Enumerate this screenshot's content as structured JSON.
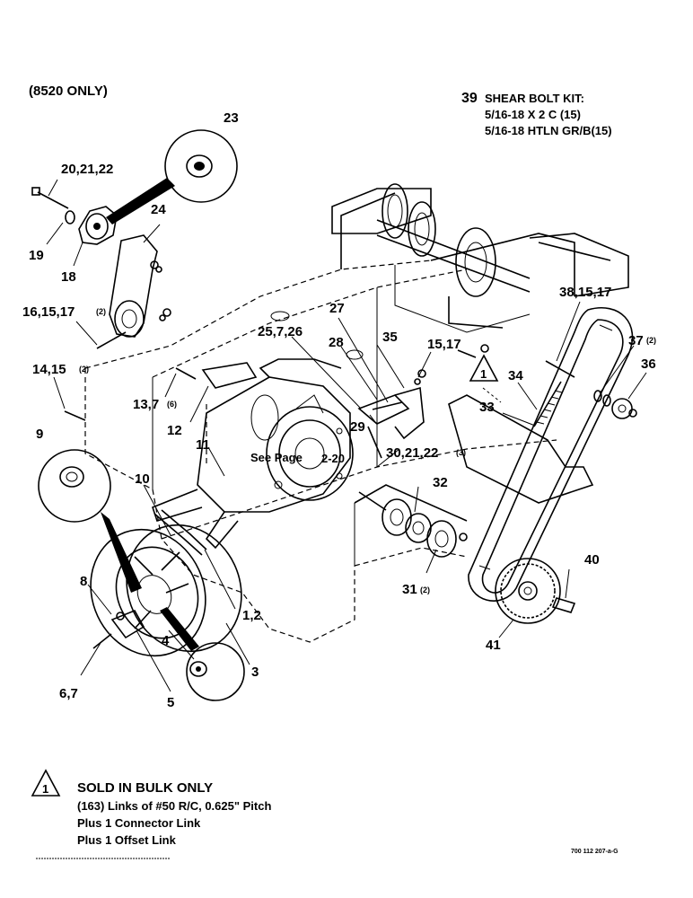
{
  "header": {
    "model_note": "(8520 ONLY)",
    "kit_number": "39",
    "kit_title": "SHEAR BOLT KIT:",
    "kit_line1": "5/16-18 X 2 C (15)",
    "kit_line2": "5/16-18 HTLN GR/B(15)"
  },
  "callouts": {
    "c23": "23",
    "c20_22": "20,21,22",
    "c24": "24",
    "c19": "19",
    "c18": "18",
    "c16_17": "16,15,17",
    "c16_qty": "(2)",
    "c27": "27",
    "c25_26": "25,7,26",
    "c28": "28",
    "c35": "35",
    "c15_17": "15,17",
    "c38": "38,15,17",
    "c37": "37",
    "c37_qty": "(2)",
    "c36": "36",
    "c14": "14,15",
    "c14_qty": "(2)",
    "c13": "13,7",
    "c13_qty": "(6)",
    "c1_tri": "1",
    "c34": "34",
    "c33": "33",
    "c12": "12",
    "c29": "29",
    "c9": "9",
    "c11": "11",
    "see_page": "See Page",
    "see_page_num": "2-20",
    "c30": "30,21,22",
    "c30_qty": "(3)",
    "c10": "10",
    "c32": "32",
    "c31": "31",
    "c31_qty": "(2)",
    "c40": "40",
    "c8": "8",
    "c1_2": "1,2",
    "c4": "4",
    "c41": "41",
    "c3": "3",
    "c6_7": "6,7",
    "c5": "5"
  },
  "footnote": {
    "marker": "1",
    "title": "SOLD IN BULK ONLY",
    "line1": "(163) Links of #50 R/C, 0.625\" Pitch",
    "line2": "Plus 1 Connector Link",
    "line3": "Plus 1 Offset Link"
  },
  "drawing_id": "700 112 207-a-G"
}
